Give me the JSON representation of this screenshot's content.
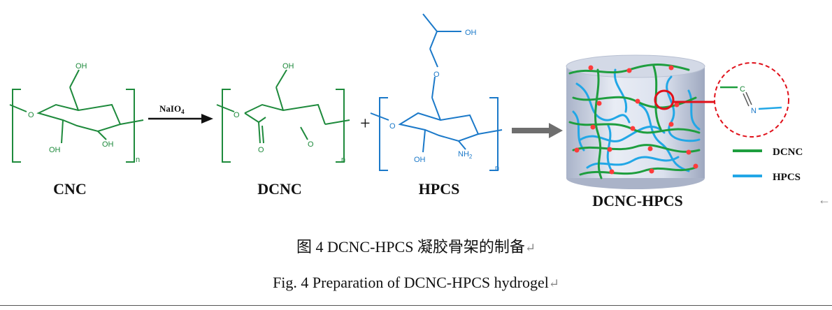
{
  "scheme": {
    "reagent_main": "NaIO",
    "reagent_sub": "4",
    "plus": "+",
    "labels": {
      "cnc": "CNC",
      "dcnc": "DCNC",
      "hpcs": "HPCS",
      "hydrogel": "DCNC-HPCS"
    },
    "atoms": {
      "oh": "OH",
      "o": "O",
      "n_sub": "n",
      "nh2_main": "NH",
      "nh2_sub": "2",
      "c": "C",
      "n": "N"
    },
    "legend": [
      {
        "name": "DCNC",
        "color": "#1e9e3e"
      },
      {
        "name": "HPCS",
        "color": "#22a7e6"
      }
    ],
    "colors": {
      "cnc_structure": "#1e8a3c",
      "hpcs_structure": "#1b79c9",
      "crosslink_point": "#ff3b3b",
      "highlight": "#e0101a",
      "arrow_grey": "#6e6e6e"
    }
  },
  "captions": {
    "zh": "图  4 DCNC-HPCS 凝胶骨架的制备",
    "en": "Fig. 4 Preparation of DCNC-HPCS hydrogel",
    "para_mark": "↵",
    "side_mark": "←"
  }
}
